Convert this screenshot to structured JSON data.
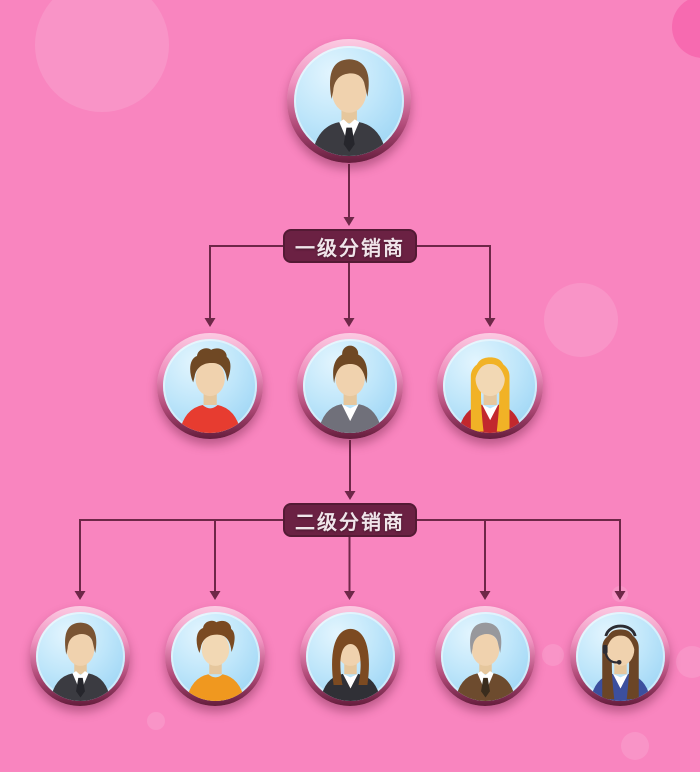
{
  "background": {
    "color": "#f985bf",
    "bubble_color": "rgba(255,255,255,0.13)",
    "accent_bubble_color": "rgba(244,73,158,0.45)"
  },
  "org_chart": {
    "level1_label": "一级分销商",
    "level2_label": "二级分销商",
    "label_bg": "#6b2143",
    "label_border": "#541a34",
    "label_text_color": "#f0e5ea",
    "connector_color": "#6e2748",
    "avatar_ring_highlight": "#fccae2",
    "avatar_ring_shadow": "#641d3c",
    "avatar_inner_bg": "#bfe6fa",
    "root": {
      "icon": "businessman-suit-avatar-icon",
      "persona": "suit-man",
      "skin": "#f0d2ae",
      "hair": "#7a5433",
      "top": "#3b3b41",
      "shirt": "#ffffff",
      "accent": "#26262c"
    },
    "level1": [
      {
        "icon": "young-man-red-shirt-avatar-icon",
        "persona": "crew-man",
        "skin": "#f0d2ae",
        "hair": "#6f4824",
        "top": "#e73c30"
      },
      {
        "icon": "businesswoman-bun-avatar-icon",
        "persona": "bun-woman",
        "skin": "#f0d2ae",
        "hair": "#6f4824",
        "top": "#70707a",
        "shirt": "#ffffff"
      },
      {
        "icon": "blonde-woman-red-top-avatar-icon",
        "persona": "long-woman",
        "skin": "#f2d8b4",
        "hair": "#f1b226",
        "top": "#c2282e",
        "shirt": "#ffffff"
      }
    ],
    "level2": [
      {
        "icon": "businessman-suit-avatar-icon",
        "persona": "suit-man",
        "skin": "#f0d2ae",
        "hair": "#7a5433",
        "top": "#3b3b41",
        "shirt": "#ffffff",
        "accent": "#26262c"
      },
      {
        "icon": "young-man-orange-shirt-avatar-icon",
        "persona": "crew-man",
        "skin": "#f2d8b4",
        "hair": "#7a4a22",
        "top": "#f0981f"
      },
      {
        "icon": "woman-bob-dark-top-avatar-icon",
        "persona": "bob-woman",
        "skin": "#f0d2ae",
        "hair": "#7c4a21",
        "top": "#303036",
        "shirt": "#ffffff"
      },
      {
        "icon": "senior-man-brown-jacket-avatar-icon",
        "persona": "suit-man",
        "skin": "#f0d2ae",
        "hair": "#98989c",
        "top": "#6d4b2e",
        "shirt": "#ffffff",
        "accent": "#3a2c1d"
      },
      {
        "icon": "support-woman-headset-avatar-icon",
        "persona": "headset-woman",
        "skin": "#f0d2ae",
        "hair": "#6b4526",
        "top": "#3c4f9e",
        "shirt": "#ffffff"
      }
    ]
  }
}
